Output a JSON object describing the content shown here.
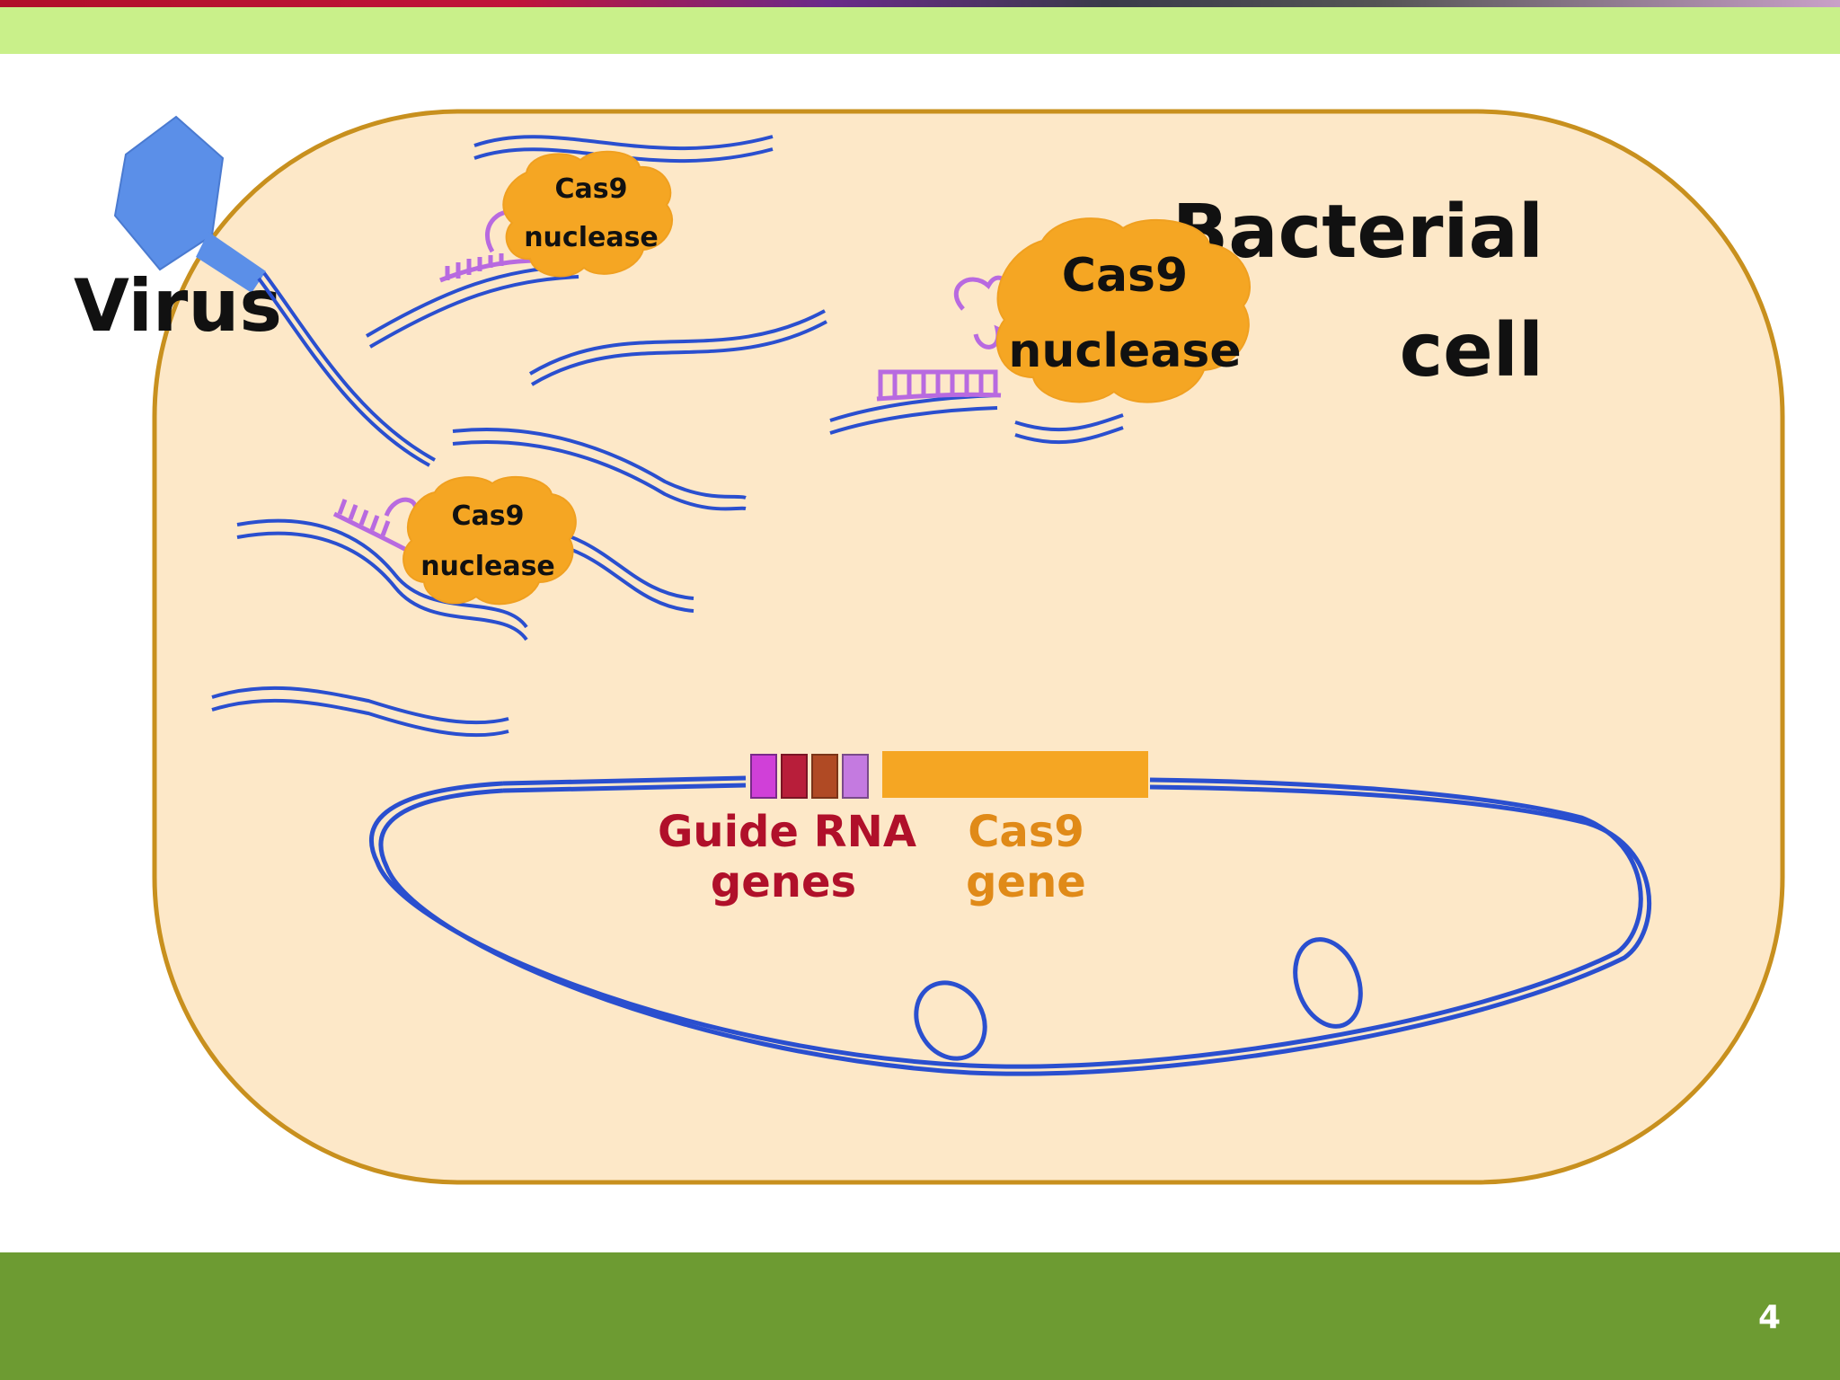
{
  "diagram": {
    "virus_label": "Virus",
    "cell_label_line1": "Bacterial",
    "cell_label_line2": "cell",
    "cas9_large": {
      "line1": "Cas9",
      "line2": "nuclease"
    },
    "cas9_small_top": {
      "line1": "Cas9",
      "line2": "nuclease"
    },
    "cas9_small_mid": {
      "line1": "Cas9",
      "line2": "nuclease"
    },
    "guide_rna_label_line1": "Guide RNA",
    "guide_rna_label_line2": "genes",
    "cas9_gene_label_line1": "Cas9",
    "cas9_gene_label_line2": "gene"
  },
  "footer": {
    "page_number": "4"
  },
  "colors": {
    "cell_fill": "#fde8c8",
    "cell_border": "#c8901e",
    "dna_blue": "#2a4fcf",
    "cas9_orange": "#f5a623",
    "guide_rna_violet": "#b86ae0",
    "virus_blue": "#5b8fe8",
    "guide_label_red": "#b0102a",
    "cas9_gene_orange": "#e08a18"
  }
}
